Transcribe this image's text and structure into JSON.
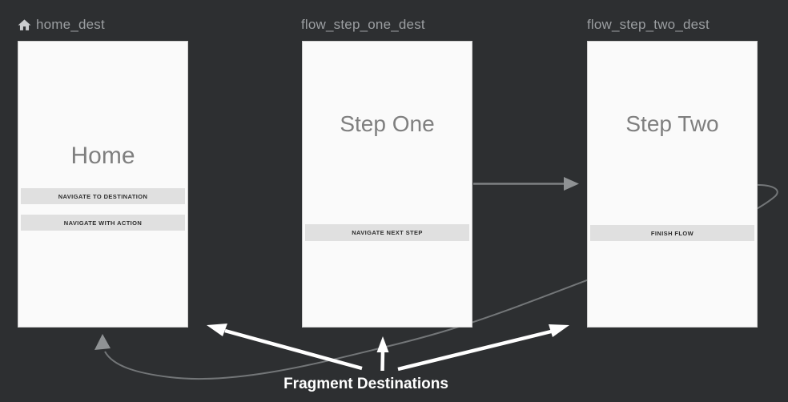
{
  "canvas": {
    "type": "navigation-graph-editor",
    "background": "#2d2f31"
  },
  "colors": {
    "card_bg": "#fafafa",
    "card_title": "#7f7f7f",
    "preview_button_bg": "#e0e0e0",
    "dest_label": "#9b9ea1",
    "action_arrow": "#7e8183",
    "annotation": "#ffffff"
  },
  "destinations": [
    {
      "label": "home_dest",
      "icon": "home-icon",
      "title": "Home",
      "buttons": [
        "NAVIGATE TO DESTINATION",
        "NAVIGATE WITH ACTION"
      ]
    },
    {
      "label": "flow_step_one_dest",
      "title": "Step One",
      "buttons": [
        "NAVIGATE NEXT STEP"
      ]
    },
    {
      "label": "flow_step_two_dest",
      "title": "Step Two",
      "buttons": [
        "FINISH FLOW"
      ]
    }
  ],
  "actions": [
    {
      "from": "flow_step_one_dest",
      "to": "flow_step_two_dest"
    },
    {
      "from": "flow_step_two_dest",
      "to": "home_dest"
    }
  ],
  "annotation": {
    "caption": "Fragment Destinations",
    "points_to": [
      "home_dest",
      "flow_step_one_dest",
      "flow_step_two_dest"
    ]
  }
}
